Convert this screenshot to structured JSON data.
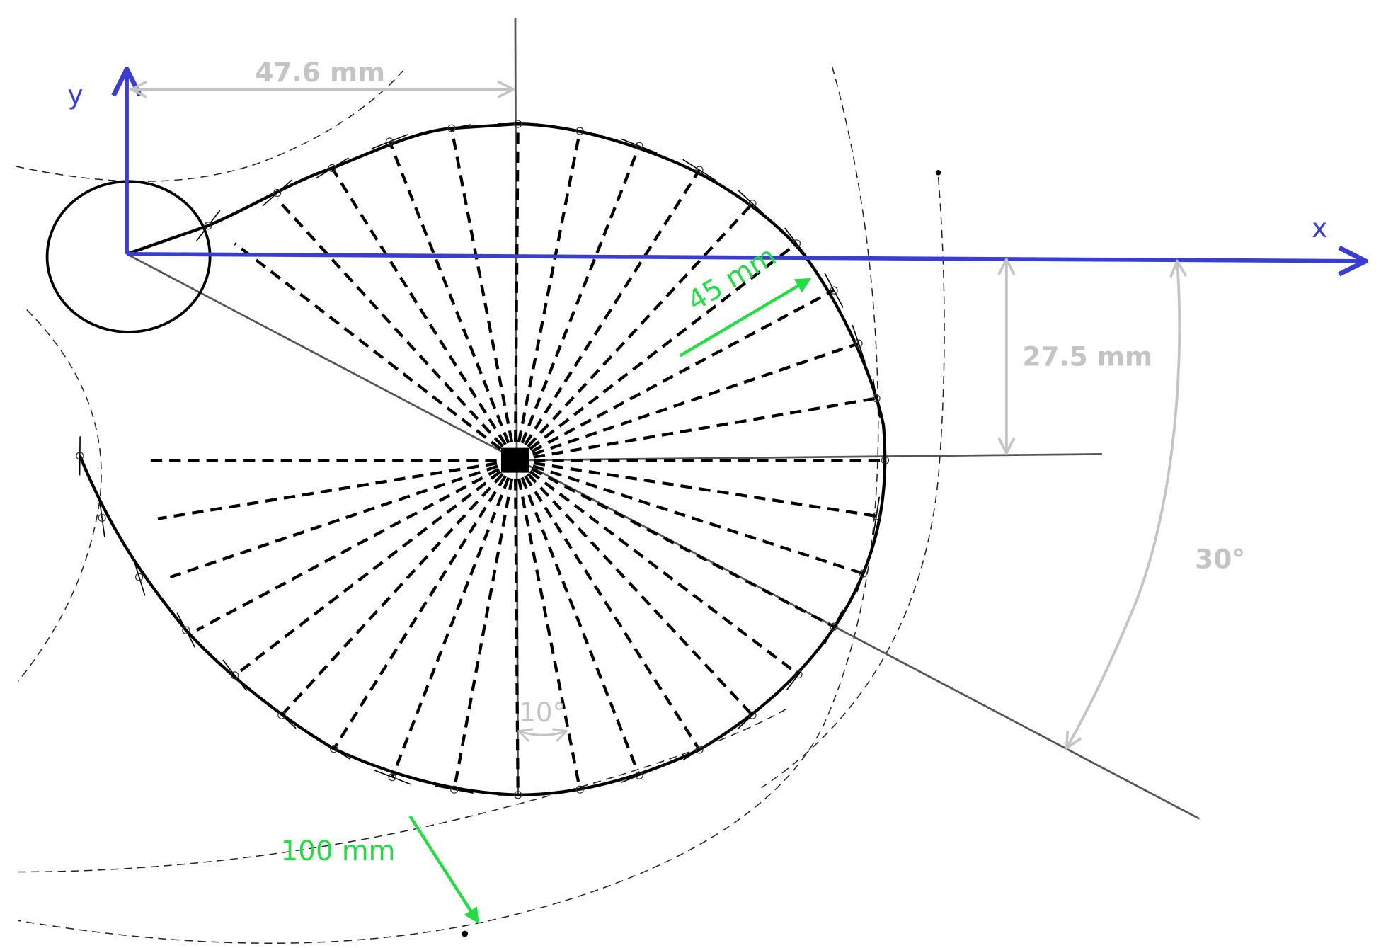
{
  "diagram": {
    "type": "cam-profile-construction",
    "axes": {
      "x_label": "x",
      "y_label": "y",
      "color": "#3a3ed0"
    },
    "dimensions": {
      "horizontal_offset": "47.6 mm",
      "vertical_offset": "27.5 mm",
      "angle": "30°",
      "ray_increment_angle": "10°"
    },
    "radii": {
      "base_radius": "45 mm",
      "outer_radius": "100 mm"
    },
    "colors": {
      "dimension": "#c4c4c4",
      "radius_annotation": "#22dd44",
      "profile": "#000000",
      "construction": "#555555"
    }
  }
}
